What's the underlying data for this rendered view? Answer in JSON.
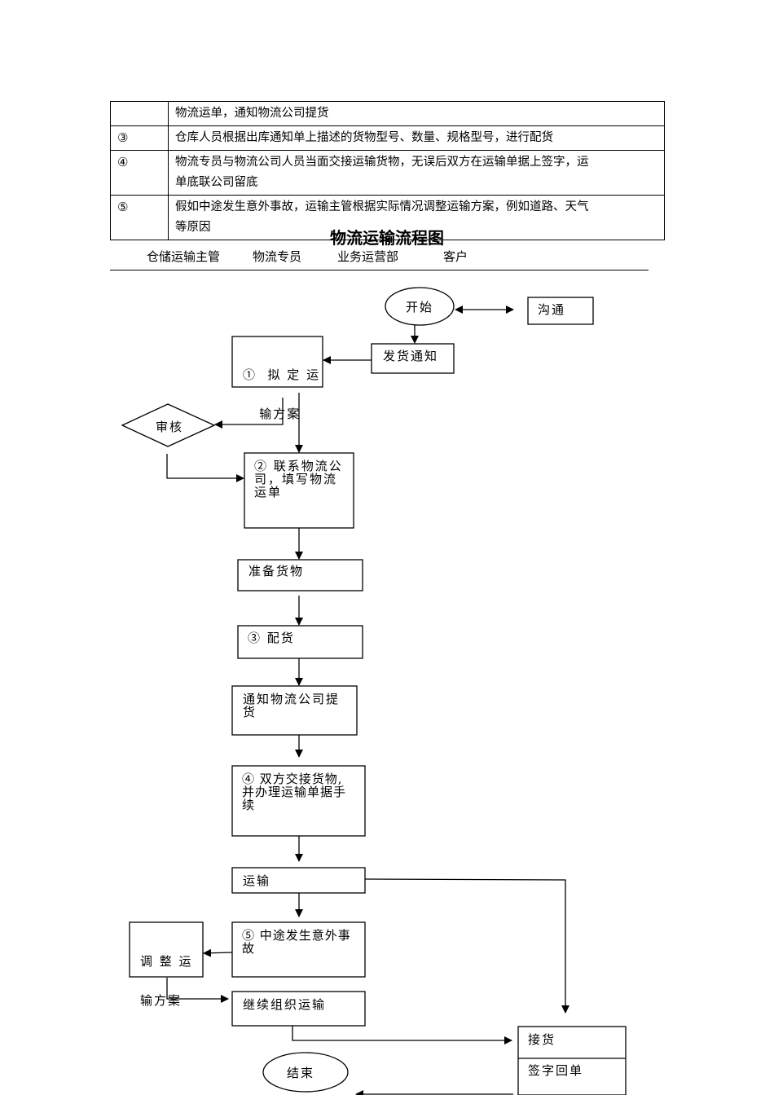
{
  "steps_table": {
    "rows": [
      {
        "num": "",
        "text": [
          "物流运单，通知物流公司提货"
        ]
      },
      {
        "num": "③",
        "text": [
          "仓库人员根据出库通知单上描述的货物型号、数量、规格型号，进行配货"
        ]
      },
      {
        "num": "④",
        "text": [
          "物流专员与物流公司人员当面交接运输货物，无误后双方在运输单据上签字，运",
          "单底联公司留底"
        ]
      },
      {
        "num": "⑤",
        "text": [
          "假如中途发生意外事故，运输主管根据实际情况调整运输方案，例如道路、天气",
          "等原因"
        ]
      }
    ]
  },
  "flowchart": {
    "title": "物流运输流程图",
    "lanes": [
      "仓储运输主管",
      "物流专员",
      "业务运营部",
      "客户"
    ],
    "nodes": {
      "start": "开始",
      "communicate": "沟通",
      "shipping_notice": "发货通知",
      "plan": [
        "①  拟 定 运",
        "   输方案"
      ],
      "review": "审核",
      "contact": [
        "② 联系物流公",
        "司，填写物流",
        "运单"
      ],
      "prepare": "准备货物",
      "allocate": "③ 配货",
      "notify_pickup": [
        "通知物流公司提",
        "货"
      ],
      "handover": [
        "④ 双方交接货物,",
        "并办理运输单据手",
        "续"
      ],
      "transport": "运输",
      "accident": [
        "⑤ 中途发生意外事",
        "故"
      ],
      "adjust": [
        "调 整 运",
        "输方案"
      ],
      "continue": "继续组织运输",
      "receive": "接货",
      "sign_receipt": "签字回单",
      "end": "结束"
    }
  }
}
